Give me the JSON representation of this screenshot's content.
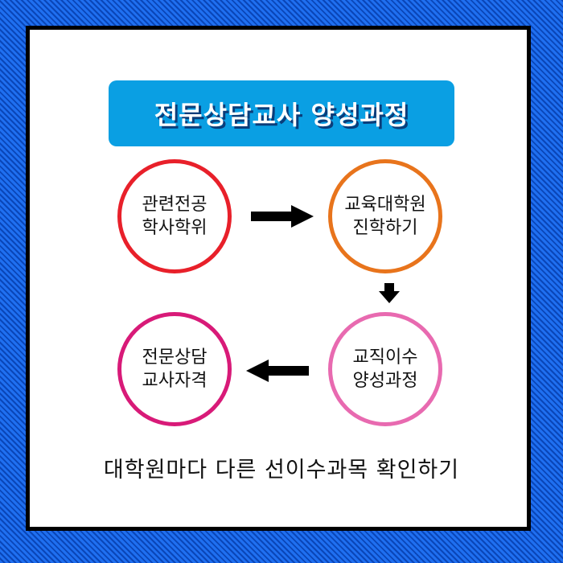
{
  "title": "전문상담교사 양성과정",
  "steps": [
    {
      "line1": "관련전공",
      "line2": "학사학위",
      "color": "#e8202a"
    },
    {
      "line1": "교육대학원",
      "line2": "진학하기",
      "color": "#e8741c"
    },
    {
      "line1": "교직이수",
      "line2": "양성과정",
      "color": "#e86ab0"
    },
    {
      "line1": "전문상담",
      "line2": "교사자격",
      "color": "#d81a78"
    }
  ],
  "footer": "대학원마다 다른 선이수과목 확인하기",
  "colors": {
    "frame": "#1f6ff0",
    "title_bg": "#0a9fe3",
    "arrow": "#000000"
  }
}
